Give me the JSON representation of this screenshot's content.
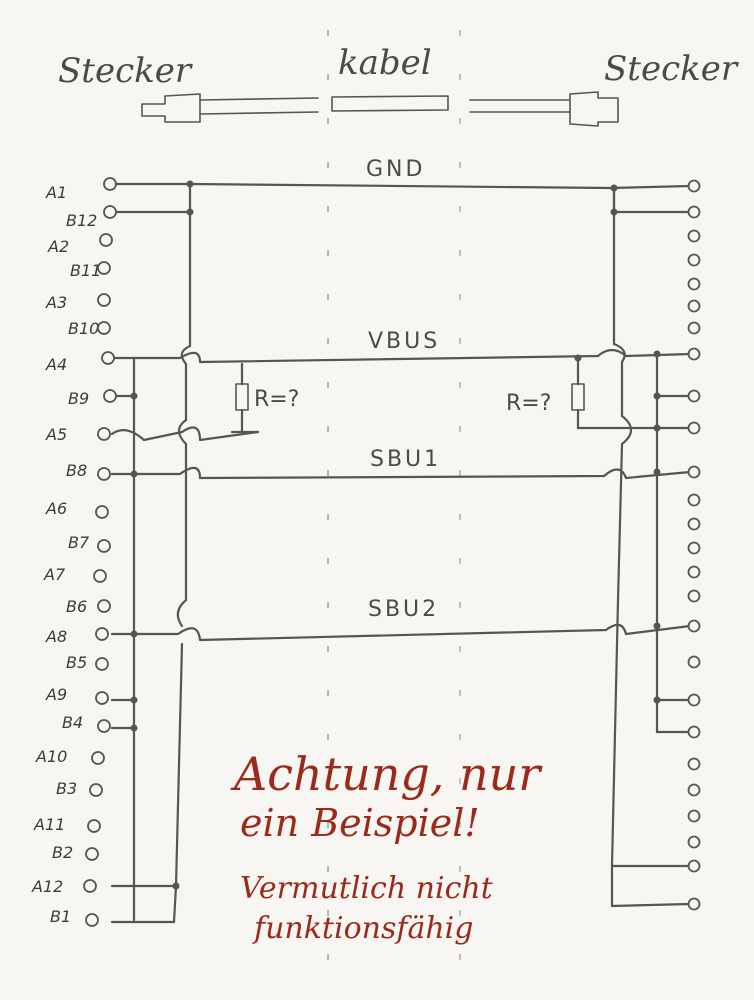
{
  "header": {
    "left": "Stecker",
    "middle": "kabel",
    "right": "Stecker"
  },
  "nets": {
    "gnd": "GND",
    "vbus": "VBUS",
    "sbu1": "SBU1",
    "sbu2": "SBU2"
  },
  "resistor_left": "R=?",
  "resistor_right": "R=?",
  "pins_left": [
    "A1",
    "B12",
    "A2",
    "B11",
    "A3",
    "B10",
    "A4",
    "B9",
    "A5",
    "B8",
    "A6",
    "B7",
    "A7",
    "B6",
    "A8",
    "B5",
    "A9",
    "B4",
    "A10",
    "B3",
    "A11",
    "B2",
    "A12",
    "B1"
  ],
  "warning": {
    "line1": "Achtung, nur",
    "line2": "ein Beispiel!",
    "line3": "Vermutlich nicht",
    "line4": "funktionsfähig"
  },
  "colors": {
    "pencil": "#555555",
    "warning_ink": "#9b2a1a",
    "paper": "#f7f6f3"
  }
}
